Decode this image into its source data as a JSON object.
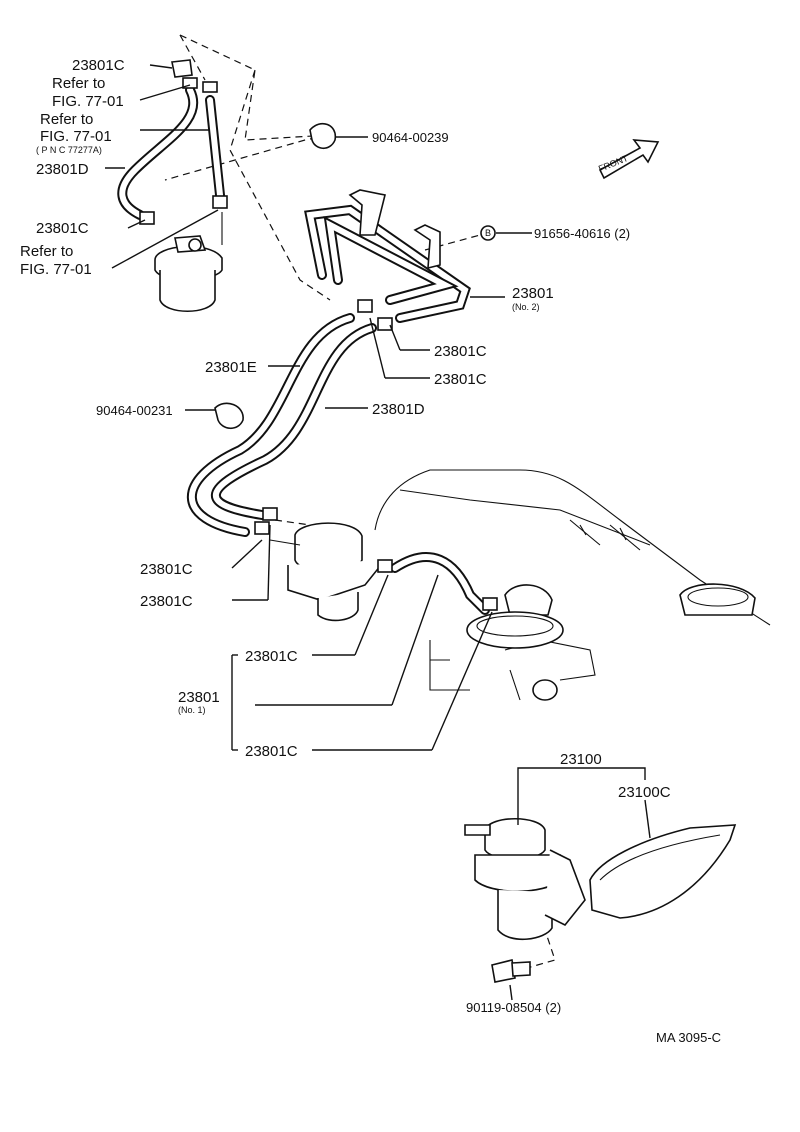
{
  "labels": {
    "c1": "23801C",
    "refer1a": "Refer to",
    "refer1b": "FIG. 77-01",
    "refer2a": "Refer to",
    "refer2b": "FIG. 77-01",
    "refer2c": "( P N C 77277A)",
    "d1": "23801D",
    "c2": "23801C",
    "refer3a": "Refer to",
    "refer3b": "FIG. 77-01",
    "part239": "90464-00239",
    "front": "FRONT",
    "b_mark": "B",
    "part616": "91656-40616 (2)",
    "h2": "23801",
    "h2sub": "(No. 2)",
    "c3": "23801C",
    "e1": "23801E",
    "c4": "23801C",
    "part231": "90464-00231",
    "d2": "23801D",
    "c5": "23801C",
    "c6": "23801C",
    "c7": "23801C",
    "h1": "23801",
    "h1sub": "(No. 1)",
    "c8": "23801C",
    "pump": "23100",
    "pumpc": "23100C",
    "bolt": "90119-08504 (2)",
    "code": "MA  3095-C"
  },
  "colors": {
    "ink": "#111111",
    "paper": "#ffffff"
  }
}
